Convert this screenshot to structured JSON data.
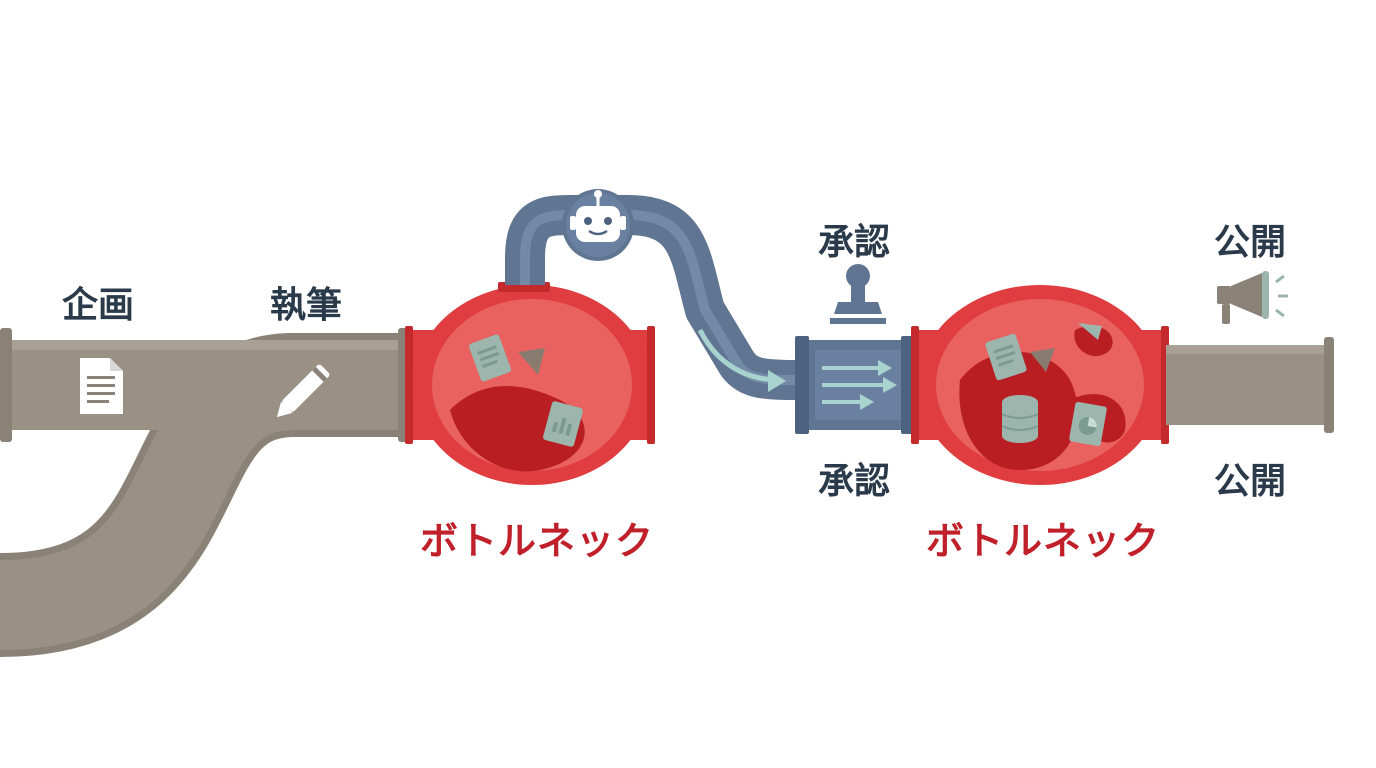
{
  "labels": {
    "planning": "企画",
    "writing": "執筆",
    "approval_top": "承認",
    "approval_bottom": "承認",
    "publish_top": "公開",
    "publish_bottom": "公開",
    "bottleneck_1": "ボトルネック",
    "bottleneck_2": "ボトルネック"
  },
  "icons": {
    "planning": "document-icon",
    "writing": "pen-icon",
    "ai": "robot-icon",
    "approval": "stamp-icon",
    "publish": "megaphone-icon",
    "flow": "flow-arrows-icon"
  },
  "colors": {
    "main_pipe": "#9a9184",
    "ai_pipe": "#5f7591",
    "bottleneck": "#df3d3f",
    "bottleneck_inner": "#b81e22",
    "paper": "#9cb6ad",
    "stage_text": "#2a3a4a",
    "warn_text": "#c0202a"
  }
}
